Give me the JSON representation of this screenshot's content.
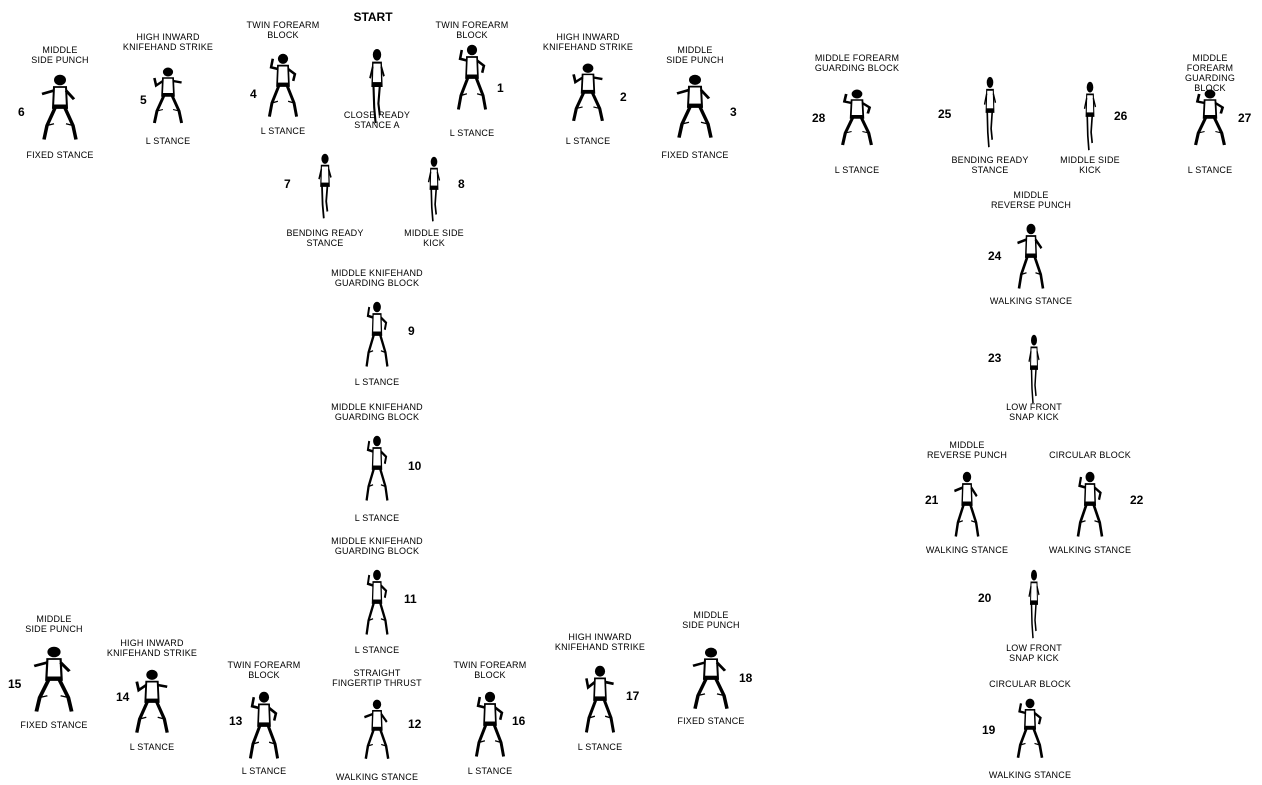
{
  "title": "START",
  "colors": {
    "ink": "#000000",
    "background": "#ffffff"
  },
  "moves": [
    {
      "id": "start",
      "num": "",
      "top_label": "",
      "bottom_label": "CLOSE READY\nSTANCE A",
      "icon": "ready-stance-figure-icon"
    },
    {
      "id": "m1",
      "num": "1",
      "top_label": "TWIN FOREARM\nBLOCK",
      "bottom_label": "L STANCE",
      "icon": "twin-block-figure-icon"
    },
    {
      "id": "m2",
      "num": "2",
      "top_label": "HIGH INWARD\nKNIFEHAND STRIKE",
      "bottom_label": "L STANCE",
      "icon": "knifehand-strike-figure-icon"
    },
    {
      "id": "m3",
      "num": "3",
      "top_label": "MIDDLE\nSIDE PUNCH",
      "bottom_label": "FIXED STANCE",
      "icon": "side-punch-figure-icon"
    },
    {
      "id": "m4",
      "num": "4",
      "top_label": "TWIN FOREARM\nBLOCK",
      "bottom_label": "L STANCE",
      "icon": "twin-block-figure-icon"
    },
    {
      "id": "m5",
      "num": "5",
      "top_label": "HIGH INWARD\nKNIFEHAND STRIKE",
      "bottom_label": "L STANCE",
      "icon": "knifehand-strike-figure-icon"
    },
    {
      "id": "m6",
      "num": "6",
      "top_label": "MIDDLE\nSIDE PUNCH",
      "bottom_label": "FIXED STANCE",
      "icon": "side-punch-figure-icon"
    },
    {
      "id": "m7",
      "num": "7",
      "top_label": "",
      "bottom_label": "BENDING READY\nSTANCE",
      "icon": "bending-ready-figure-icon"
    },
    {
      "id": "m8",
      "num": "8",
      "top_label": "",
      "bottom_label": "MIDDLE SIDE\nKICK",
      "icon": "side-kick-figure-icon"
    },
    {
      "id": "m9",
      "num": "9",
      "top_label": "MIDDLE KNIFEHAND\nGUARDING BLOCK",
      "bottom_label": "L STANCE",
      "icon": "knifehand-guard-figure-icon"
    },
    {
      "id": "m10",
      "num": "10",
      "top_label": "MIDDLE KNIFEHAND\nGUARDING BLOCK",
      "bottom_label": "L STANCE",
      "icon": "knifehand-guard-figure-icon"
    },
    {
      "id": "m11",
      "num": "11",
      "top_label": "MIDDLE KNIFEHAND\nGUARDING BLOCK",
      "bottom_label": "L STANCE",
      "icon": "knifehand-guard-figure-icon"
    },
    {
      "id": "m12",
      "num": "12",
      "top_label": "STRAIGHT\nFINGERTIP THRUST",
      "bottom_label": "WALKING STANCE",
      "icon": "fingertip-thrust-figure-icon"
    },
    {
      "id": "m13",
      "num": "13",
      "top_label": "TWIN FOREARM\nBLOCK",
      "bottom_label": "L STANCE",
      "icon": "twin-block-figure-icon"
    },
    {
      "id": "m14",
      "num": "14",
      "top_label": "HIGH INWARD\nKNIFEHAND STRIKE",
      "bottom_label": "L STANCE",
      "icon": "knifehand-strike-figure-icon"
    },
    {
      "id": "m15",
      "num": "15",
      "top_label": "MIDDLE\nSIDE PUNCH",
      "bottom_label": "FIXED STANCE",
      "icon": "side-punch-figure-icon"
    },
    {
      "id": "m16",
      "num": "16",
      "top_label": "TWIN FOREARM\nBLOCK",
      "bottom_label": "L STANCE",
      "icon": "twin-block-figure-icon"
    },
    {
      "id": "m17",
      "num": "17",
      "top_label": "HIGH INWARD\nKNIFEHAND STRIKE",
      "bottom_label": "L STANCE",
      "icon": "knifehand-strike-figure-icon"
    },
    {
      "id": "m18",
      "num": "18",
      "top_label": "MIDDLE\nSIDE PUNCH",
      "bottom_label": "FIXED STANCE",
      "icon": "side-punch-figure-icon"
    },
    {
      "id": "m19",
      "num": "19",
      "top_label": "CIRCULAR BLOCK",
      "bottom_label": "WALKING STANCE",
      "icon": "circular-block-figure-icon"
    },
    {
      "id": "m20",
      "num": "20",
      "top_label": "",
      "bottom_label": "LOW FRONT\nSNAP KICK",
      "icon": "front-snap-kick-figure-icon"
    },
    {
      "id": "m21",
      "num": "21",
      "top_label": "MIDDLE\nREVERSE PUNCH",
      "bottom_label": "WALKING STANCE",
      "icon": "reverse-punch-figure-icon"
    },
    {
      "id": "m22",
      "num": "22",
      "top_label": "CIRCULAR BLOCK",
      "bottom_label": "WALKING STANCE",
      "icon": "circular-block-figure-icon"
    },
    {
      "id": "m23",
      "num": "23",
      "top_label": "",
      "bottom_label": "LOW FRONT\nSNAP KICK",
      "icon": "front-snap-kick-figure-icon"
    },
    {
      "id": "m24",
      "num": "24",
      "top_label": "MIDDLE\nREVERSE PUNCH",
      "bottom_label": "WALKING STANCE",
      "icon": "reverse-punch-figure-icon"
    },
    {
      "id": "m25",
      "num": "25",
      "top_label": "",
      "bottom_label": "BENDING READY\nSTANCE",
      "icon": "bending-ready-figure-icon"
    },
    {
      "id": "m26",
      "num": "26",
      "top_label": "",
      "bottom_label": "MIDDLE SIDE\nKICK",
      "icon": "side-kick-figure-icon"
    },
    {
      "id": "m27",
      "num": "27",
      "top_label": "MIDDLE FOREARM\nGUARDING BLOCK",
      "bottom_label": "L STANCE",
      "icon": "forearm-guard-figure-icon"
    },
    {
      "id": "m28",
      "num": "28",
      "top_label": "MIDDLE FOREARM\nGUARDING BLOCK",
      "bottom_label": "L STANCE",
      "icon": "forearm-guard-figure-icon"
    }
  ]
}
